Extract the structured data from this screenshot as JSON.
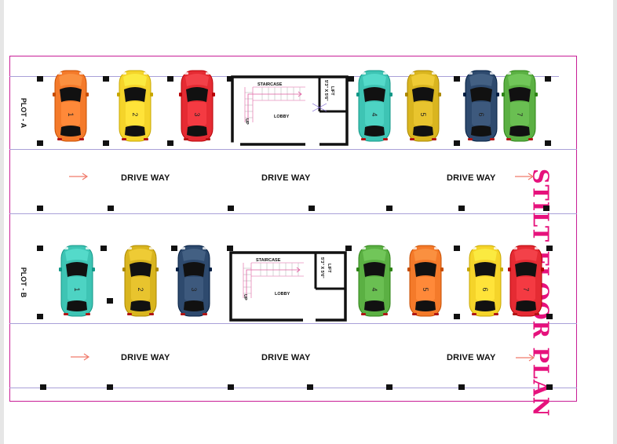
{
  "title": "STILT FLOOR PLAN",
  "colors": {
    "title": "#e6117c",
    "frame": "#c81e96",
    "guide": "#a9a0d8",
    "arrow": "#f07a6a",
    "orange": "#f47a2a",
    "yellow": "#f5d42a",
    "red": "#e52b33",
    "teal": "#3ec4b4",
    "mustard": "#d9b51f",
    "navy": "#2e4a6e",
    "green": "#5bb043"
  },
  "plot_a": {
    "label": "PLOT - A",
    "cars_left": [
      {
        "number": "1",
        "color": "orange"
      },
      {
        "number": "2",
        "color": "yellow"
      },
      {
        "number": "3",
        "color": "red"
      }
    ],
    "cars_right": [
      {
        "number": "4",
        "color": "teal"
      },
      {
        "number": "5",
        "color": "mustard"
      },
      {
        "number": "6",
        "color": "navy"
      },
      {
        "number": "7",
        "color": "green"
      }
    ],
    "core": {
      "staircase": "STAIRCASE",
      "lobby": "LOBBY",
      "up": "UP",
      "lift": "LIFT",
      "lift_size": "5'3\" X 5'6\""
    },
    "driveway": [
      "DRIVE WAY",
      "DRIVE WAY",
      "DRIVE WAY"
    ]
  },
  "plot_b": {
    "label": "PLOT - B",
    "cars_left": [
      {
        "number": "1",
        "color": "teal"
      },
      {
        "number": "2",
        "color": "mustard"
      },
      {
        "number": "3",
        "color": "navy"
      }
    ],
    "cars_right": [
      {
        "number": "4",
        "color": "green"
      },
      {
        "number": "5",
        "color": "orange"
      },
      {
        "number": "6",
        "color": "yellow"
      },
      {
        "number": "7",
        "color": "red"
      }
    ],
    "core": {
      "staircase": "STAIRCASE",
      "lobby": "LOBBY",
      "up": "UP",
      "lift": "LIFT",
      "lift_size": "5'3\" X 5'6\""
    },
    "driveway": [
      "DRIVE WAY",
      "DRIVE WAY",
      "DRIVE WAY"
    ]
  }
}
